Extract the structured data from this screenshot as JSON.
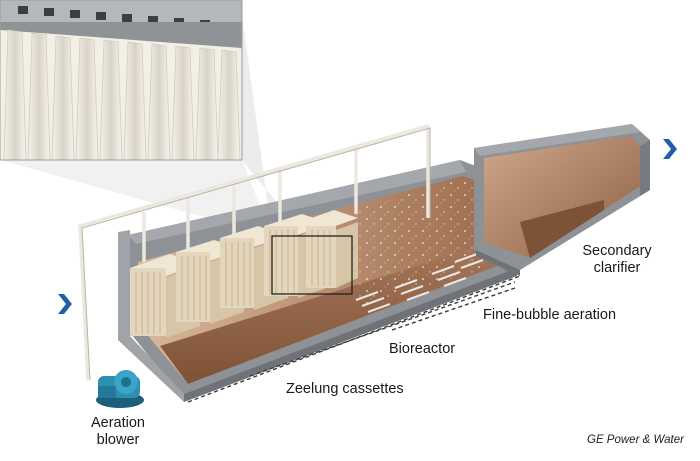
{
  "labels": {
    "secondary_clarifier_line1": "Secondary",
    "secondary_clarifier_line2": "clarifier",
    "fine_bubble_aeration": "Fine-bubble aeration",
    "bioreactor": "Bioreactor",
    "zeelung_cassettes": "Zeelung cassettes",
    "aeration_blower_line1": "Aeration",
    "aeration_blower_line2": "blower"
  },
  "credit": "GE Power & Water",
  "colors": {
    "flow_arrow": "#1f5fa8",
    "tank_wall": "#8e9296",
    "sludge": "#8a5a3c",
    "cassette_frame": "#e9dcc6",
    "blower": "#2f8fb0"
  }
}
